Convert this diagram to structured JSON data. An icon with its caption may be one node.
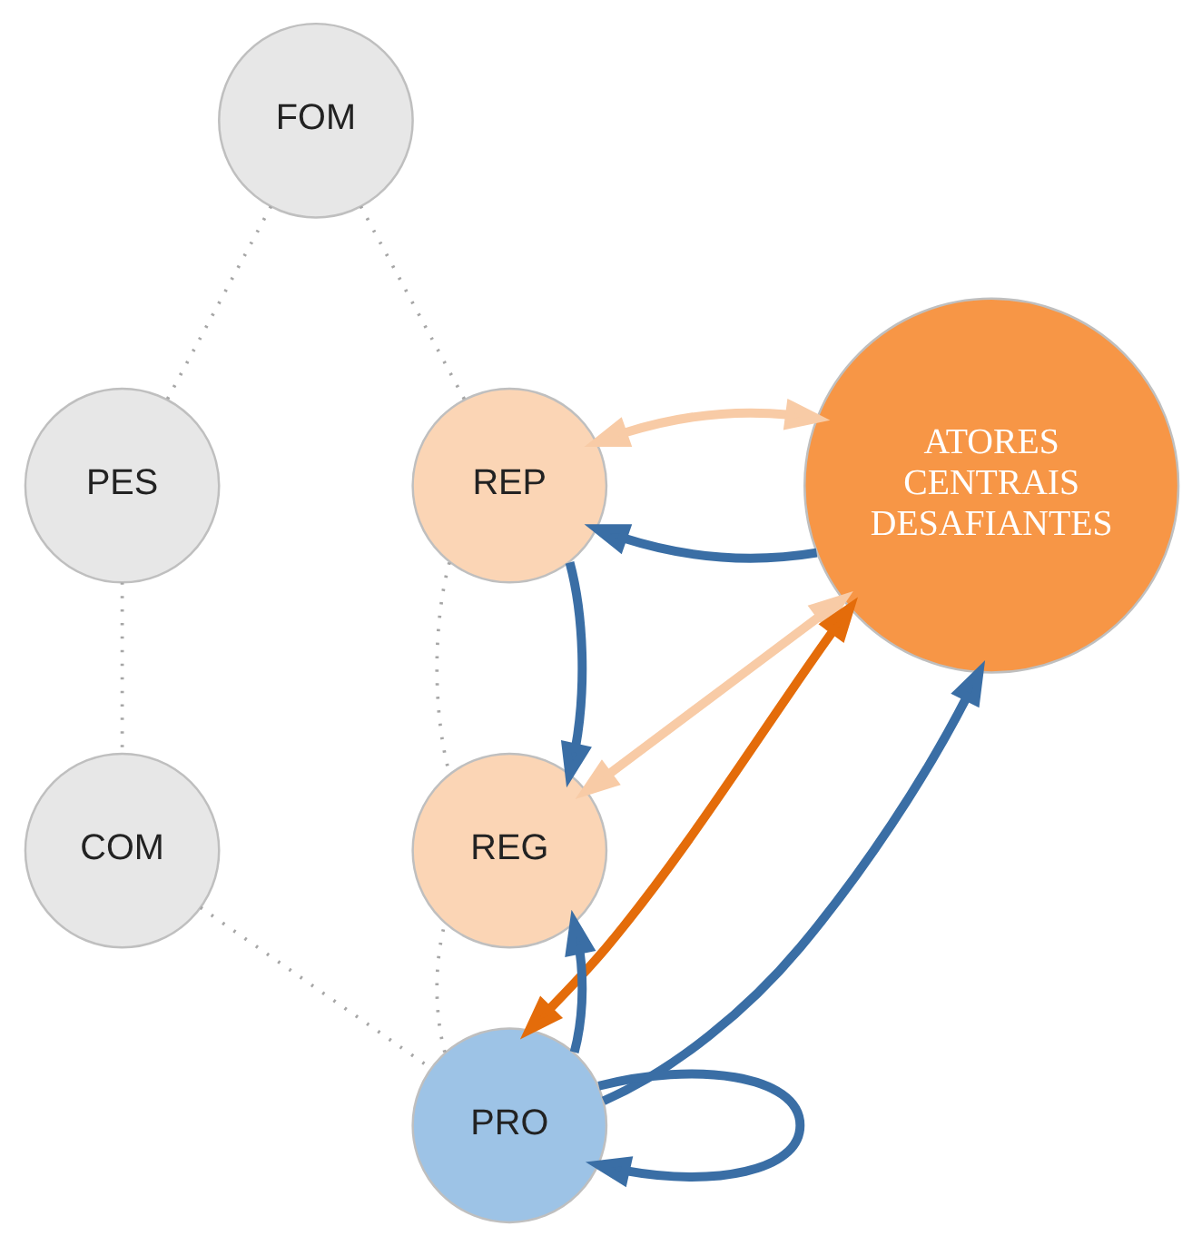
{
  "diagram": {
    "nodes": [
      {
        "text": [
          "FOM"
        ]
      },
      {
        "text": [
          "PES"
        ]
      },
      {
        "text": [
          "REP"
        ]
      },
      {
        "text": [
          "ATORES CENTRAIS DESAFIANTES"
        ]
      },
      {
        "text": [
          "COM"
        ]
      },
      {
        "text": [
          "REG"
        ]
      },
      {
        "text": [
          "PRO"
        ]
      }
    ],
    "edges": [
      {
        "from": 0,
        "to": 1,
        "arrow": "none",
        "style": "dashed"
      },
      {
        "from": 0,
        "to": 2,
        "arrow": "none",
        "style": "dashed"
      },
      {
        "from": 1,
        "to": 4,
        "arrow": "none",
        "style": "dashed"
      },
      {
        "from": 2,
        "to": 5,
        "arrow": "none",
        "style": "dashed"
      },
      {
        "from": 4,
        "to": 6,
        "arrow": "none",
        "style": "dashed"
      },
      {
        "from": 6,
        "to": 5,
        "arrow": "none",
        "style": "dashed"
      },
      {
        "from": 3,
        "to": 2,
        "arrow": "to",
        "color": "#3a6ea5"
      },
      {
        "from": 2,
        "to": 5,
        "arrow": "to",
        "color": "#3a6ea5"
      },
      {
        "from": 6,
        "to": 5,
        "arrow": "to",
        "color": "#3a6ea5"
      },
      {
        "from": 6,
        "to": 3,
        "arrow": "to",
        "color": "#3a6ea5"
      },
      {
        "from": 6,
        "to": 6,
        "arrow": "to",
        "color": "#3a6ea5"
      },
      {
        "from": 3,
        "to": 2,
        "arrow": "both",
        "color": "#f8cba6"
      },
      {
        "from": 3,
        "to": 5,
        "arrow": "both",
        "color": "#f8cba6"
      },
      {
        "from": 3,
        "to": 6,
        "arrow": "both",
        "color": "#e46c0a"
      }
    ]
  }
}
